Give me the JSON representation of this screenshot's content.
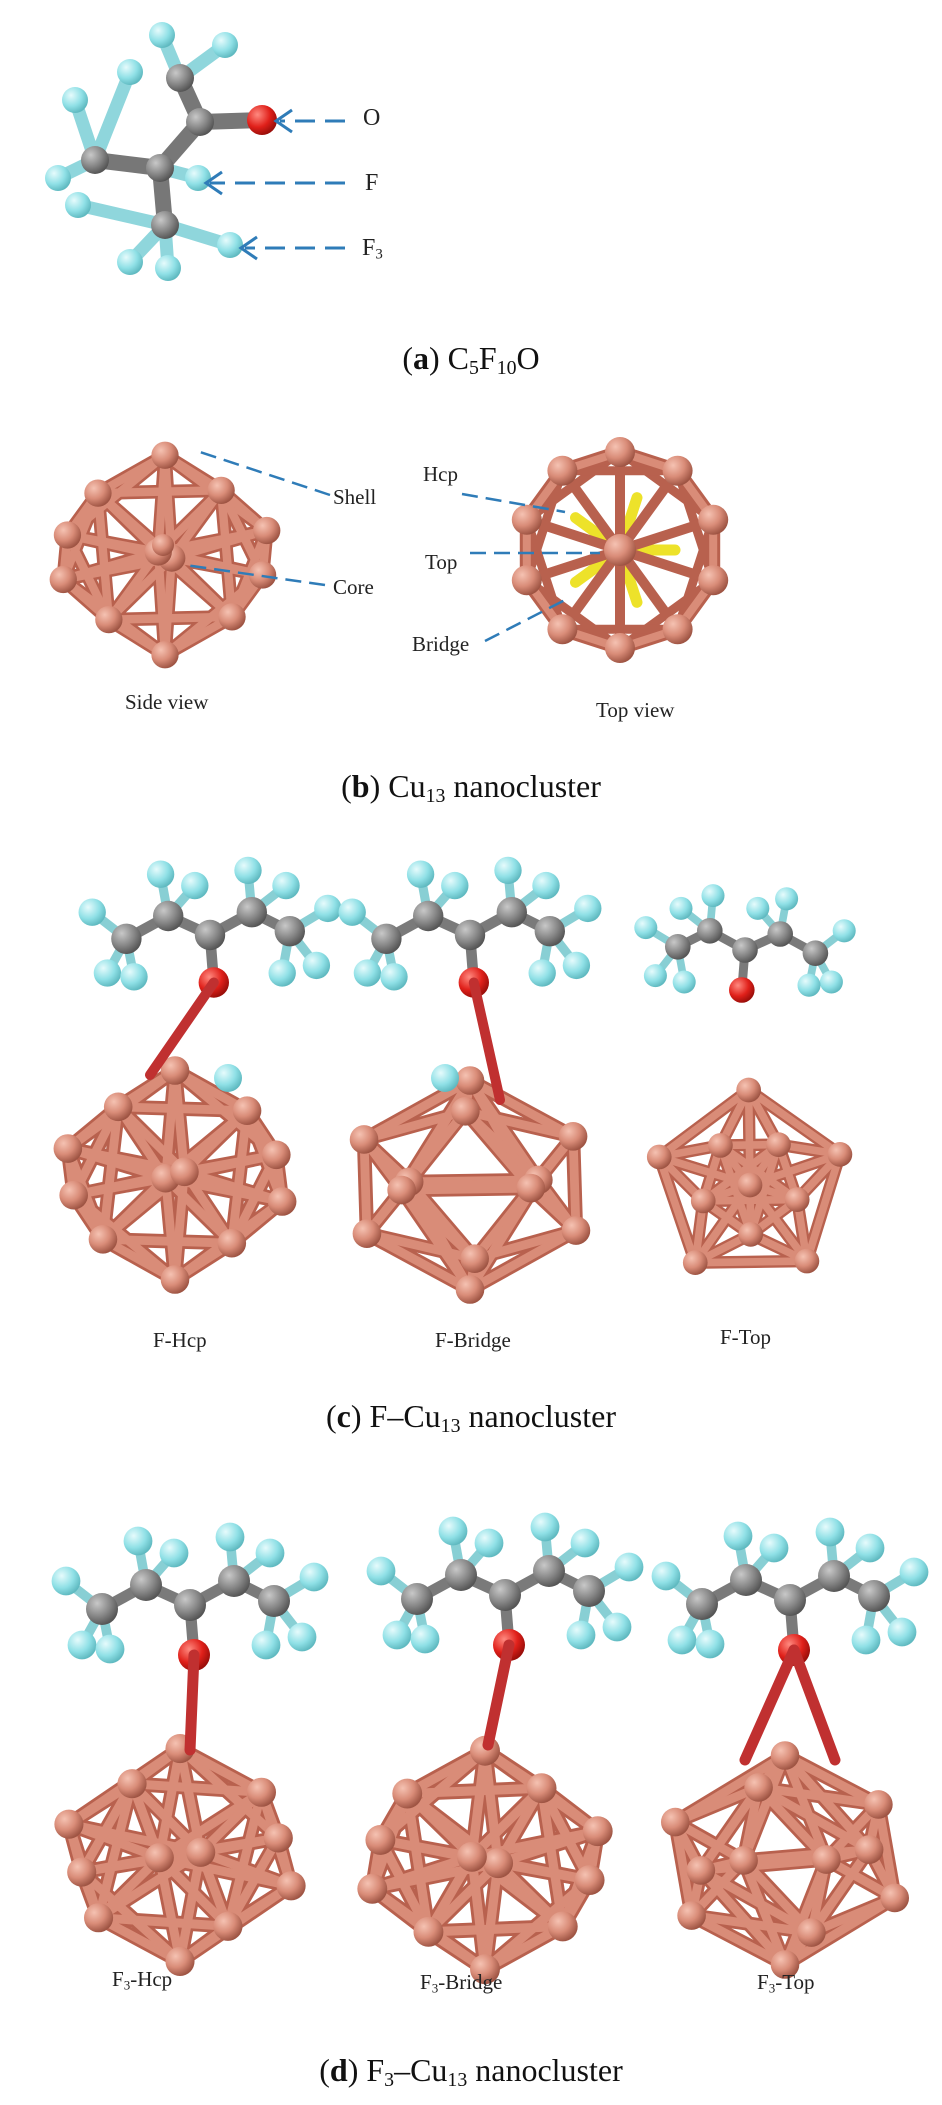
{
  "colors": {
    "copper": "#D98C78",
    "copper_dark": "#B8614E",
    "carbon": "#8A8A8A",
    "fluorine": "#8FE0E6",
    "oxygen": "#E0201A",
    "core_yellow": "#EDE22A",
    "arrow_blue": "#2F7CB8"
  },
  "panel_a": {
    "letter": "a",
    "formula": {
      "p1": "C",
      "s1": "5",
      "p2": "F",
      "s2": "10",
      "p3": "O"
    },
    "labels": {
      "o": "O",
      "f": "F",
      "f3_base": "F",
      "f3_sub": "3"
    }
  },
  "panel_b": {
    "letter": "b",
    "caption": {
      "p1": "Cu",
      "s1": "13",
      "p2": " nanocluster"
    },
    "labels": {
      "shell": "Shell",
      "core": "Core",
      "side_view": "Side view",
      "hcp": "Hcp",
      "top": "Top",
      "bridge": "Bridge",
      "top_view": "Top view"
    }
  },
  "panel_c": {
    "letter": "c",
    "caption": {
      "p1": "F–Cu",
      "s1": "13",
      "p2": " nanocluster"
    },
    "labels": {
      "hcp": "F-Hcp",
      "bridge": "F-Bridge",
      "top": "F-Top"
    }
  },
  "panel_d": {
    "letter": "d",
    "caption": {
      "p1": "F",
      "s1": "3",
      "p2": "–Cu",
      "s2": "13",
      "p3": " nanocluster"
    },
    "labels": {
      "sub": "3",
      "hcp": "-Hcp",
      "bridge": "-Bridge",
      "top": "-Top",
      "base": "F"
    }
  }
}
